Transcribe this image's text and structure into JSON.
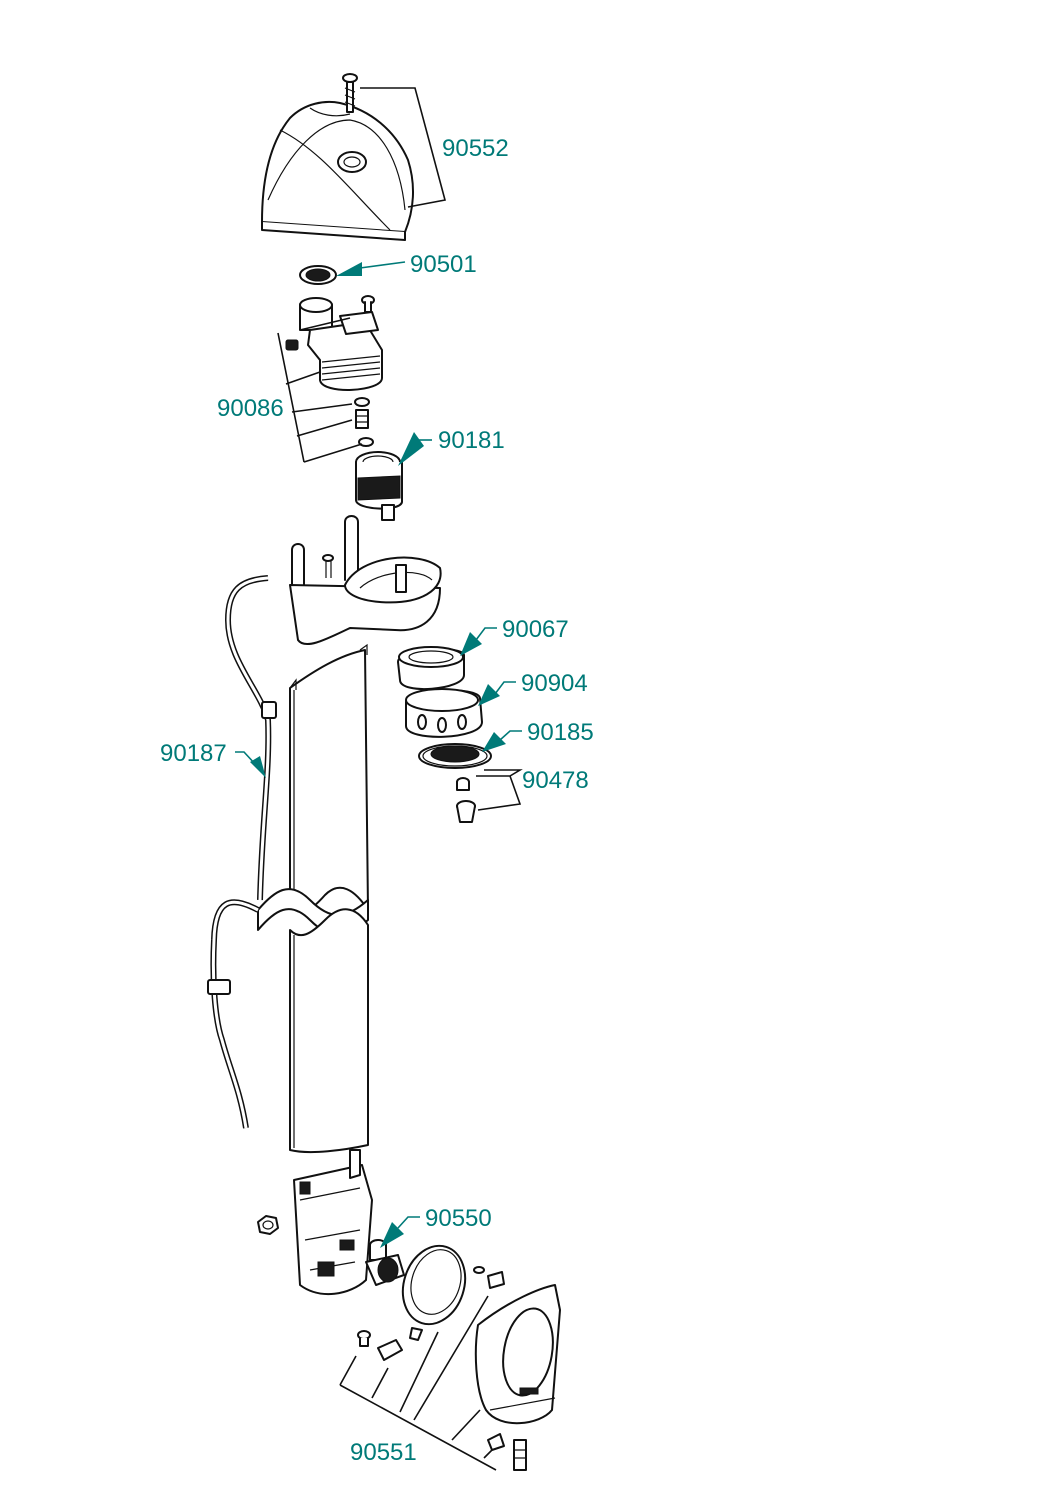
{
  "labels": {
    "p90552": "90552",
    "p90501": "90501",
    "p90086": "90086",
    "p90181": "90181",
    "p90067": "90067",
    "p90904": "90904",
    "p90185": "90185",
    "p90478": "90478",
    "p90187": "90187",
    "p90550": "90550",
    "p90551": "90551"
  },
  "colors": {
    "label": "#007a78",
    "line": "#111111",
    "background": "#ffffff"
  }
}
